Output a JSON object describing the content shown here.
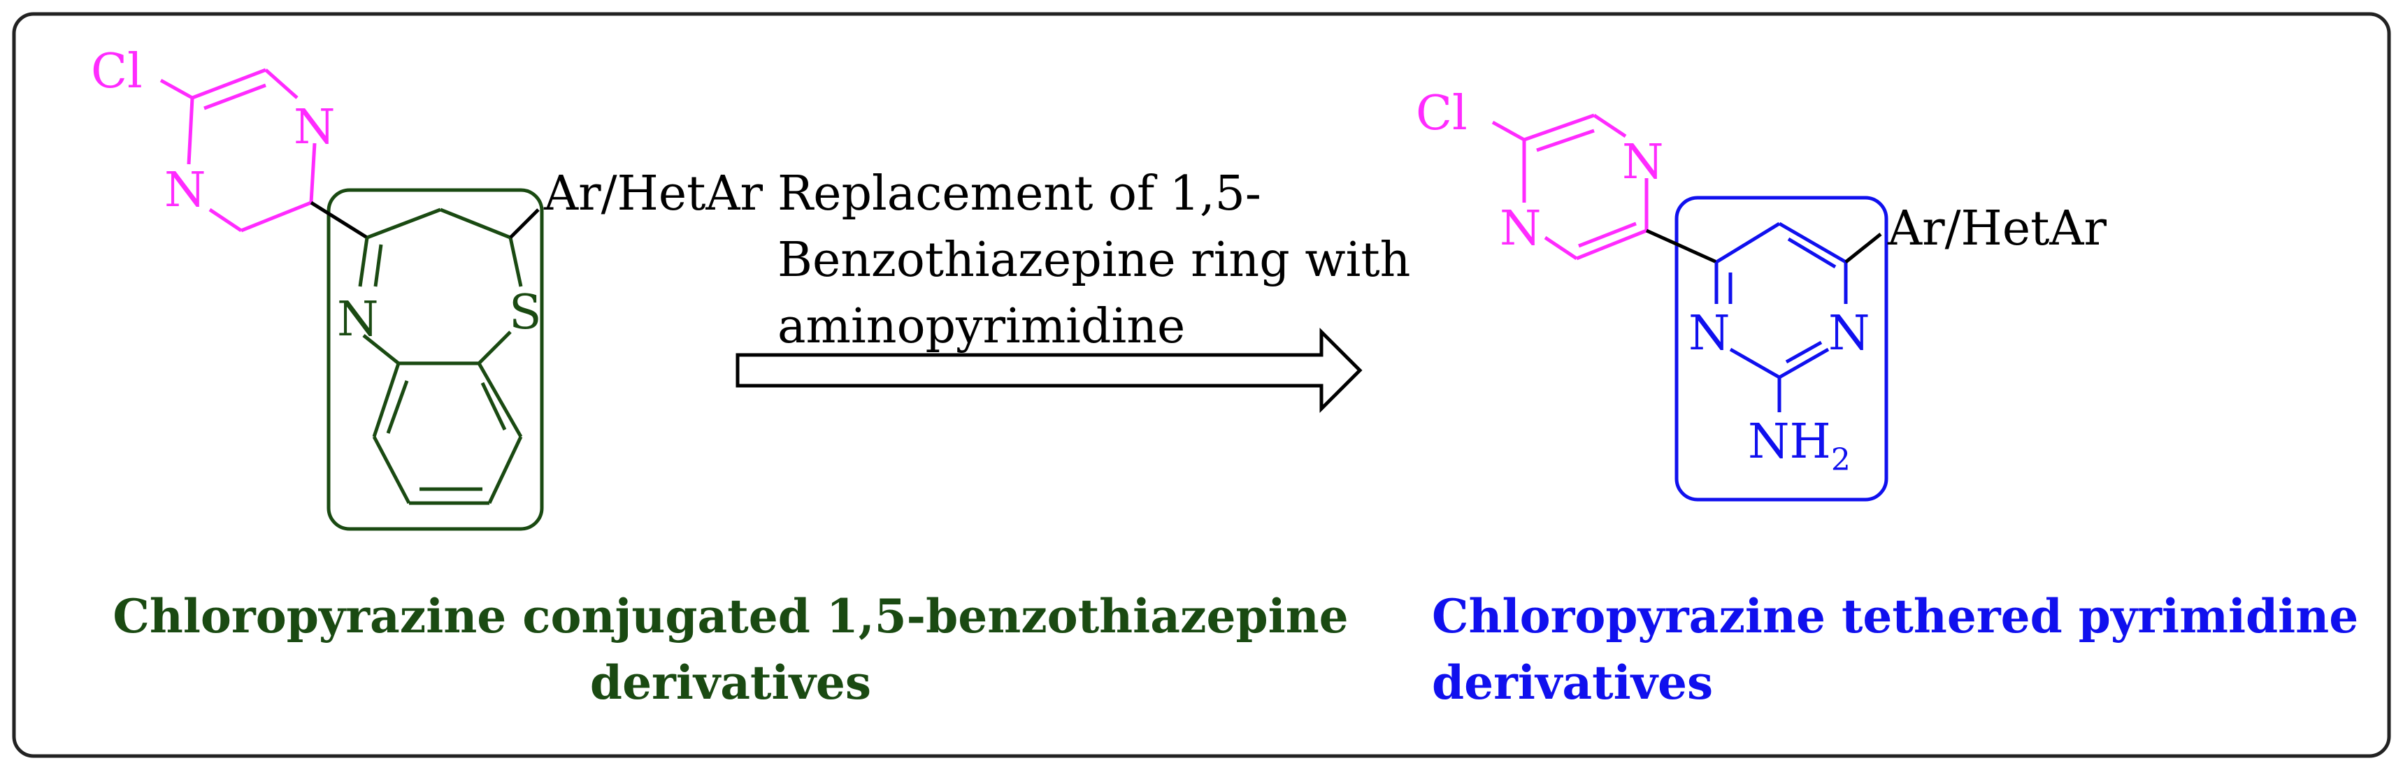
{
  "colors": {
    "pyrazine": "#ff2bff",
    "benzothiazepine": "#1a4a12",
    "pyrimidine": "#1010ee",
    "ink": "#000000",
    "frame": "#222222"
  },
  "left": {
    "atoms": {
      "cl": "Cl",
      "n_top": "N",
      "n_left": "N",
      "ring_n": "N",
      "ring_s": "S"
    },
    "substituent": "Ar/HetAr",
    "caption": [
      "Chloropyrazine conjugated 1,5-benzothiazepine",
      "derivatives"
    ]
  },
  "arrow": {
    "text": [
      "Replacement of 1,5-",
      "Benzothiazepine ring with",
      "aminopyrimidine"
    ]
  },
  "right": {
    "atoms": {
      "cl": "Cl",
      "n_top": "N",
      "n_left": "N",
      "pyr_n_left": "N",
      "pyr_n_right": "N",
      "nh": "NH",
      "nh_sub": "2"
    },
    "substituent": "Ar/HetAr",
    "caption": [
      "Chloropyrazine tethered pyrimidine",
      "derivatives"
    ]
  }
}
